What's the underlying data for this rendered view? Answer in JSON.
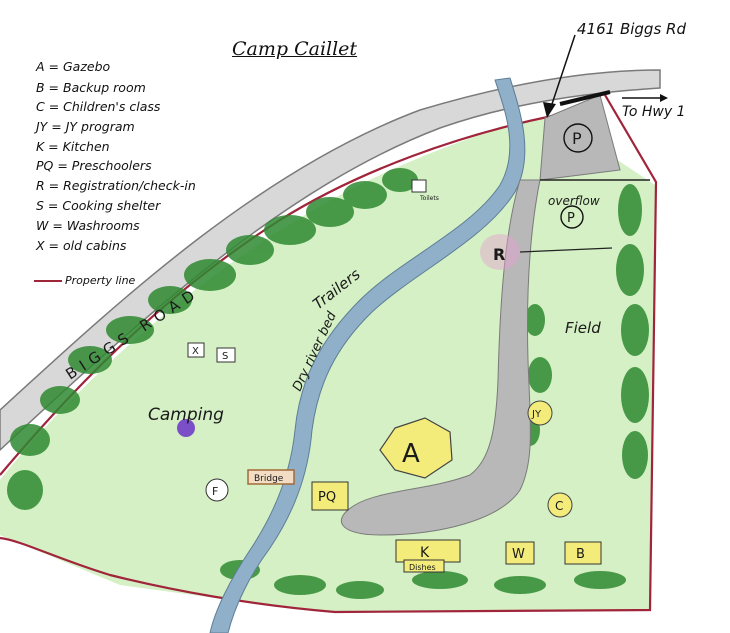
{
  "title": "Camp Caillet",
  "address": "4161 Biggs Rd",
  "highway_label": "To Hwy 1",
  "road_label": "BIGGS  ROAD",
  "legend": [
    "A = Gazebo",
    "B = Backup room",
    "C = Children's class",
    "JY = JY program",
    "K = Kitchen",
    "PQ = Preschoolers",
    "R = Registration/check-in",
    "S = Cooking shelter",
    "W = Washrooms",
    "X = old cabins"
  ],
  "property_line_label": "Property line",
  "areas": {
    "camping": "Camping",
    "trailers": "Trailers",
    "field": "Field",
    "river": "Dry river bed",
    "overflow": "overflow",
    "toilets": "Toilets",
    "bridge": "Bridge",
    "dishes": "Dishes"
  },
  "markers": {
    "gazebo": "A",
    "backup": "B",
    "children": "C",
    "jy": "JY",
    "kitchen": "K",
    "preschool": "PQ",
    "registration": "R",
    "shelter": "S",
    "washrooms": "W",
    "cabin": "X",
    "f": "F",
    "parking": "P"
  },
  "colors": {
    "property_line": "#a0243a",
    "grass": "#d4f0c4",
    "trees": "#2f8a32",
    "river": "#8fb0c8",
    "road": "#d6d6d6",
    "gravel": "#b8b8b8",
    "building": "#f4ec7a",
    "camping_dot": "#7b4fc8"
  },
  "icons": [
    "parking-icon",
    "toilets-icon",
    "north-arrow-icon"
  ]
}
